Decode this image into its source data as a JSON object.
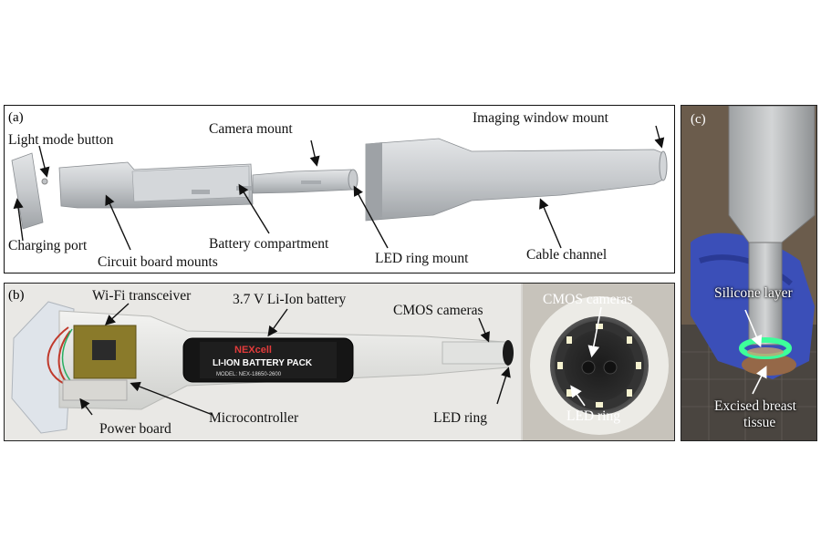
{
  "panels": {
    "a": {
      "tag": "(a)",
      "labels": {
        "light_mode_button": "Light mode button",
        "camera_mount": "Camera mount",
        "imaging_window_mount": "Imaging window mount",
        "charging_port": "Charging port",
        "circuit_board_mounts": "Circuit board mounts",
        "battery_compartment": "Battery compartment",
        "led_ring_mount": "LED ring mount",
        "cable_channel": "Cable channel"
      }
    },
    "b": {
      "tag": "(b)",
      "labels": {
        "wifi_transceiver": "Wi-Fi transceiver",
        "battery": "3.7 V Li-Ion battery",
        "cmos_cameras": "CMOS cameras",
        "power_board": "Power board",
        "microcontroller": "Microcontroller",
        "led_ring": "LED ring",
        "inset_cmos_cameras": "CMOS cameras",
        "inset_led_ring": "LED ring"
      },
      "battery_print": {
        "brand": "NEXcell",
        "pack": "LI-ION BATTERY PACK",
        "model": "MODEL: NEX-18650-2600"
      }
    },
    "c": {
      "tag": "(c)",
      "labels": {
        "silicone_layer": "Silicone layer",
        "excised_line1": "Excised breast",
        "excised_line2": "tissue"
      }
    }
  },
  "colors": {
    "device_gray": "#c9cccf",
    "led_green": "#3dff9a",
    "glove_blue": "#3b4fb8"
  }
}
